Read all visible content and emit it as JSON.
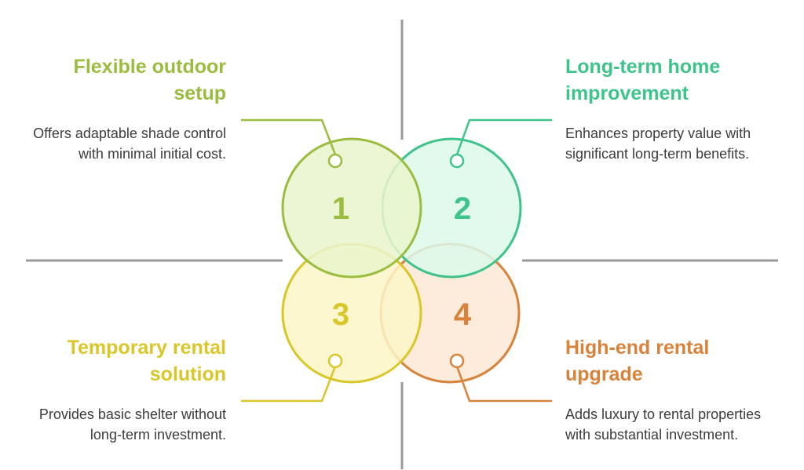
{
  "quadrants": [
    {
      "number": "1",
      "title": "Flexible outdoor setup",
      "description": "Offers adaptable shade control with minimal initial cost.",
      "color": "#9bbd3f",
      "fill": "#eaf5cc"
    },
    {
      "number": "2",
      "title": "Long-term home improvement",
      "description": "Enhances property value with significant long-term benefits.",
      "color": "#3ec48b",
      "fill": "#dcf9ea"
    },
    {
      "number": "3",
      "title": "Temporary rental solution",
      "description": "Provides basic shelter without long-term investment.",
      "color": "#d9c72a",
      "fill": "#fbf6c7"
    },
    {
      "number": "4",
      "title": "High-end rental upgrade",
      "description": "Adds luxury to rental properties with substantial investment.",
      "color": "#d9823a",
      "fill": "#fde7d6"
    }
  ],
  "axis_color": "#9a9a9a"
}
